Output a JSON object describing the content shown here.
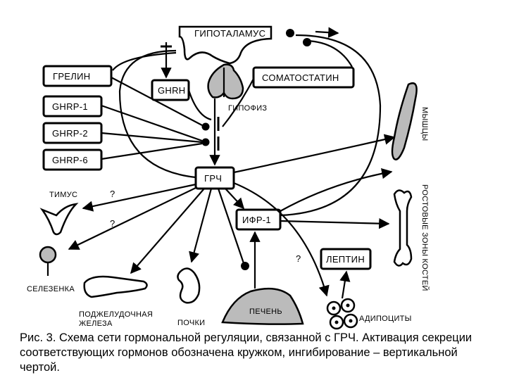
{
  "nodes": {
    "hypothalamus": "ГИПОТАЛАМУС",
    "ghrelin": "ГРЕЛИН",
    "ghrh": "GHRH",
    "somatostatin": "СОМАТОСТАТИН",
    "pituitary": "ГИПОФИЗ",
    "ghrp1": "GHRP-1",
    "ghrp2": "GHRP-2",
    "ghrp6": "GHRP-6",
    "muscles": "МЫШЦЫ",
    "gh": "ГРЧ",
    "thymus": "ТИМУС",
    "growth_zones": "РОСТОВЫЕ ЗОНЫ КОСТЕЙ",
    "igf1": "ИФР-1",
    "spleen": "СЕЛЕЗЕНКА",
    "leptin": "ЛЕПТИН",
    "pancreas_line1": "ПОДЖЕЛУДОЧНАЯ",
    "pancreas_line2": "ЖЕЛЕЗА",
    "kidneys": "ПОЧКИ",
    "liver": "ПЕЧЕНЬ",
    "adipocytes": "АДИПОЦИТЫ",
    "question_mark": "?"
  },
  "caption": "Рис. 3. Схема сети гормональной регуляции, связанной с ГРЧ. Активация секреции соответствующих гормонов обозначена кружком, ингибирование – вертикальной чертой.",
  "colors": {
    "organ_fill": "#bbbbbb",
    "line": "#000000"
  }
}
